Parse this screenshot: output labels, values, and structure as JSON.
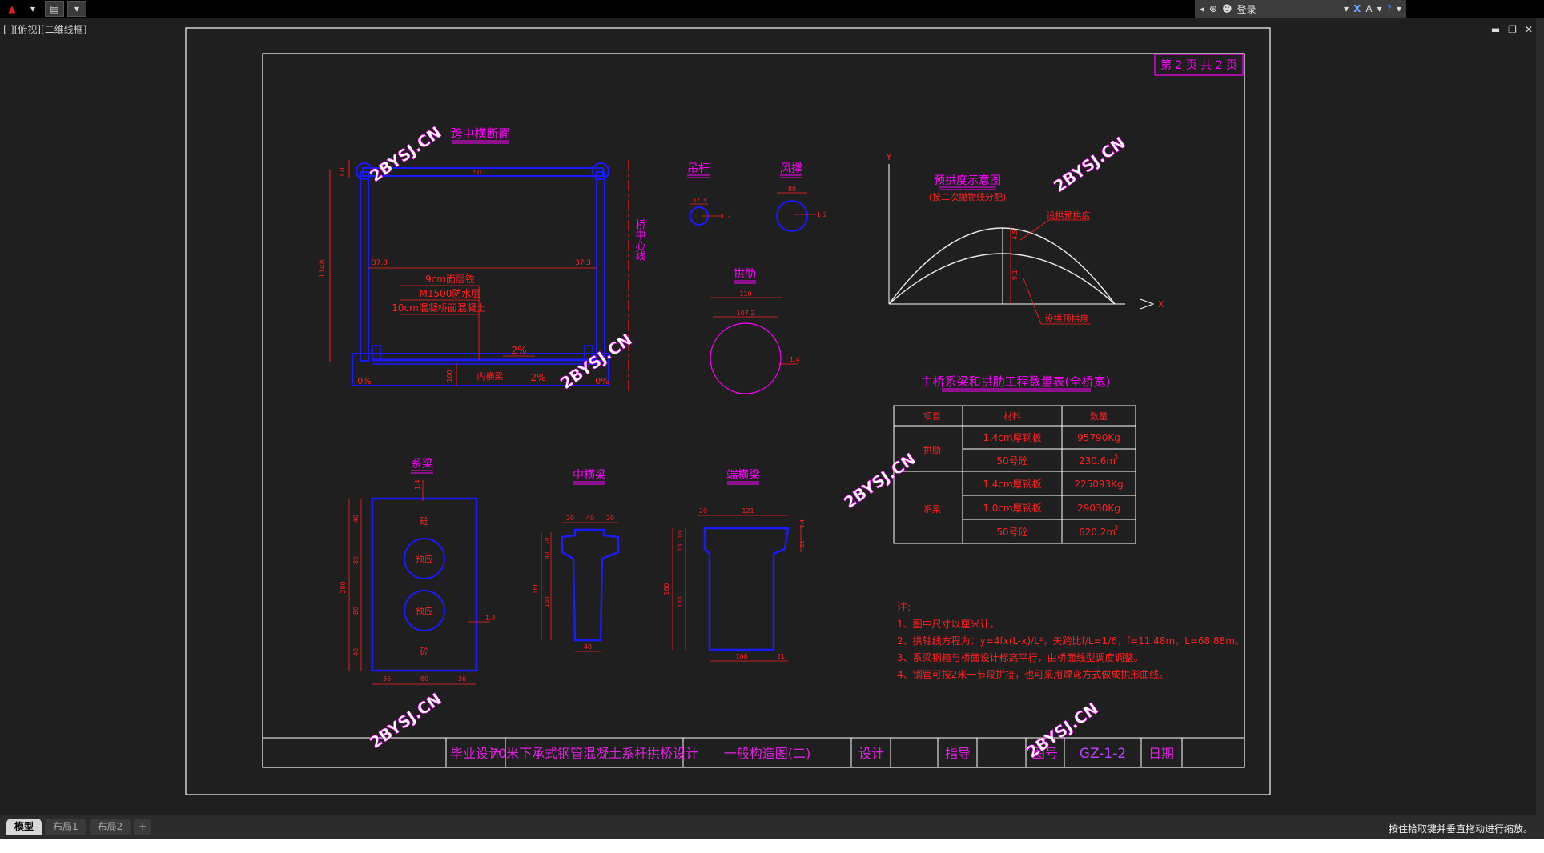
{
  "toolbar": {
    "login_label": "登录"
  },
  "view_label": "[-][俯视][二维线框]",
  "tabs": [
    {
      "label": "模型"
    },
    {
      "label": "布局1"
    },
    {
      "label": "布局2"
    },
    {
      "label": "+"
    }
  ],
  "status_text": "按住拾取键并垂直拖动进行缩放。",
  "drawing": {
    "page_info": "第 2 页  共 2 页",
    "watermark": "2BYSJ.CN",
    "cross_section": {
      "title": "跨中横断面",
      "centerline_label": "桥中心线",
      "layers": [
        "9cm面层铁",
        "M1500防水层",
        "10cm混凝桥面混凝土"
      ],
      "dims": {
        "top": "50",
        "left_inner": "37.3",
        "right_inner": "37.3",
        "height": "1148",
        "top_small": "170",
        "bottom_small": "100"
      },
      "slope_left": "2%",
      "slope_right": "2%",
      "slope_edge_left": "0%",
      "slope_edge_right": "0%",
      "inner_beam": "内横梁"
    },
    "hanger": {
      "title": "吊杆",
      "dim": "37.3",
      "thick": "1.2"
    },
    "wind_brace": {
      "title": "风撑",
      "dim": "80",
      "thick": "1.2"
    },
    "arch_rib": {
      "title": "拱肋",
      "dim_outer": "110",
      "dim_inner": "107.2",
      "thick": "1.4"
    },
    "camber": {
      "title": "预拱度示意图",
      "subtitle": "(按二次抛物线分配)",
      "axis_y": "Y",
      "axis_x": "X",
      "label_top": "设拱预拱度",
      "label_bottom": "设拱预拱度",
      "dim1": "4.5",
      "dim2": "9.1"
    },
    "tie_beam": {
      "title": "系梁",
      "top_dim": "1.4",
      "right_dim": "1.4",
      "label_top": "砼",
      "label_bottom": "砼",
      "circle1": "预应",
      "circle2": "预应",
      "dims_bottom": [
        "36",
        "80",
        "36"
      ],
      "dims_left": [
        "40",
        "80",
        "80",
        "40"
      ],
      "dim_total": "280"
    },
    "mid_beam": {
      "title": "中横梁",
      "dims_top": [
        "20",
        "40",
        "20"
      ],
      "dims_left": [
        "10",
        "40",
        "160"
      ],
      "dim_bottom": "40",
      "dim_total": "160"
    },
    "end_beam": {
      "title": "端横梁",
      "dims_top": [
        "20",
        "121"
      ],
      "dims_left": [
        "10",
        "10",
        "120"
      ],
      "dims_right": [
        "1.4",
        "21"
      ],
      "dim_bottom": [
        "108",
        "21"
      ],
      "dim_total": "160"
    },
    "table": {
      "title": "主桥系梁和拱肋工程数量表(全桥宽)",
      "headers": [
        "项目",
        "材料",
        "数量"
      ],
      "groups": [
        {
          "name": "拱肋",
          "rows": [
            {
              "material": "1.4cm厚钢板",
              "qty": "95790Kg",
              "sup": ""
            },
            {
              "material": "50号砼",
              "qty": "230.6m",
              "sup": "3"
            }
          ]
        },
        {
          "name": "系梁",
          "rows": [
            {
              "material": "1.4cm厚钢板",
              "qty": "225093Kg",
              "sup": ""
            },
            {
              "material": "1.0cm厚钢板",
              "qty": "29030Kg",
              "sup": ""
            },
            {
              "material": "50号砼",
              "qty": "620.2m",
              "sup": "3"
            }
          ]
        }
      ]
    },
    "notes": {
      "title": "注:",
      "items": [
        "1、图中尺寸以厘米计。",
        "2、拱轴线方程为：y=4fx(L-x)/L²，矢跨比f/L=1/6，f=11.48m，L=68.88m。",
        "3、系梁钢箱与桥面设计标高平行，由桥面线型调度调整。",
        "4、钢管可按2米一节段拼接，也可采用焊弯方式做成拱形曲线。"
      ]
    },
    "title_block": {
      "cells": [
        {
          "text": "毕业设计",
          "color": "#e020e0"
        },
        {
          "text": "70米下承式钢管混凝土系杆拱桥设计",
          "color": "#e020e0"
        },
        {
          "text": "一般构造图(二)",
          "color": "#e020e0"
        },
        {
          "text": "设计",
          "color": "#e020e0"
        },
        {
          "text": "",
          "color": "#e020e0"
        },
        {
          "text": "指导",
          "color": "#e020e0"
        },
        {
          "text": "",
          "color": "#e020e0"
        },
        {
          "text": "图号",
          "color": "#e020e0"
        },
        {
          "text": "GZ-1-2",
          "color": "#c040ff"
        },
        {
          "text": "日期",
          "color": "#e020e0"
        },
        {
          "text": "",
          "color": "#e020e0"
        }
      ]
    }
  },
  "colors": {
    "blue": "#1a1aff",
    "magenta": "#ff00ff",
    "red": "#ff2020",
    "white": "#ffffff",
    "bg": "#1f1f1f"
  }
}
